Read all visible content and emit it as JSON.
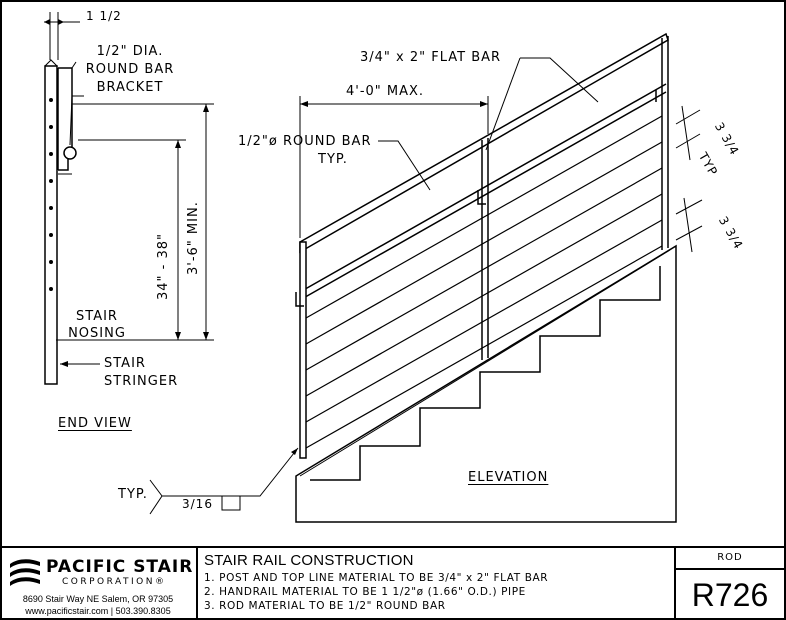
{
  "drawing": {
    "end_view": {
      "dim_top": "1 1/2",
      "bracket_label": [
        "1/2\" DIA.",
        "ROUND BAR",
        "BRACKET"
      ],
      "height_range": "34\" - 38\"",
      "height_min": "3'-6\" MIN.",
      "nosing_label": [
        "STAIR",
        "NOSING"
      ],
      "stringer_label": [
        "STAIR",
        "STRINGER"
      ],
      "view_title": "END VIEW"
    },
    "elevation": {
      "flat_bar_label": "3/4\" x 2\" FLAT BAR",
      "post_spacing": "4'-0\" MAX.",
      "round_bar_label": [
        "1/2\"ø ROUND BAR",
        "TYP."
      ],
      "spacing_label_1": "3 3/4",
      "spacing_typ": "TYP",
      "spacing_label_2": "3 3/4",
      "weld_typ": "TYP.",
      "weld_size": "3/16",
      "view_title": "ELEVATION"
    }
  },
  "title_block": {
    "company_name": "PACIFIC STAIR",
    "company_sub": "CORPORATION®",
    "address": "8690 Stair Way NE Salem, OR 97305",
    "web_phone": "www.pacificstair.com  |  503.390.8305",
    "sheet_title": "STAIR RAIL CONSTRUCTION",
    "notes": [
      "1. POST AND TOP LINE MATERIAL TO BE 3/4\" x 2\" FLAT BAR",
      "2. HANDRAIL MATERIAL TO BE 1 1/2\"ø (1.66\" O.D.) PIPE",
      "3. ROD MATERIAL TO BE 1/2\" ROUND BAR"
    ],
    "drawing_type": "ROD",
    "drawing_number": "R726"
  }
}
